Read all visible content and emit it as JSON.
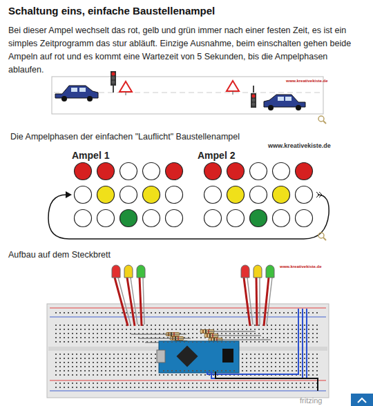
{
  "diagram": {
    "title": "Schaltung eins, einfache Baustellenampel",
    "labels": [
      "Bei dieser Ampel wechselt das rot, gelb und grün immer nach einer festen Zeit, es ist ein simples Zeitprogramm das stur abläuft. Einzige Ausnahme, beim einschalten gehen beide Ampeln auf rot und es kommt eine Wartezeit von 5 Sekunden, bis die Ampelphasen ablaufen.",
      "www.kreativekiste.de",
      "Die Ampelphasen der einfachen \"Lauflicht\" Baustellenampel",
      "www.kreativekiste.de",
      "Ampel 1",
      "Ampel 2",
      "Aufbau auf dem Steckbrett",
      "www.kreativekiste.de",
      "fritzing"
    ]
  }
}
